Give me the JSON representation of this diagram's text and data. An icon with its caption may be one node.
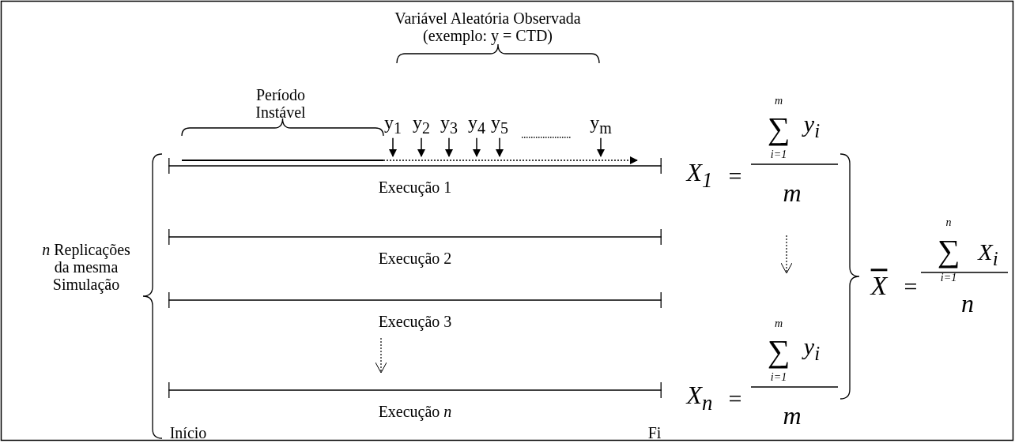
{
  "diagram": {
    "nodes": [
      {
        "text": [
          "y$_{1}$"
        ]
      },
      {
        "text": [
          "y$_{2}$"
        ]
      },
      {
        "text": [
          "y$_{3}$"
        ]
      },
      {
        "text": [
          "y$_{4}$"
        ]
      },
      {
        "text": [
          "y$_{5}$"
        ]
      },
      {
        "text": [
          "y$_{m}$"
        ]
      },
      {
        "text": [
          "Execução 1"
        ]
      },
      {
        "text": [
          "Execução 2"
        ]
      },
      {
        "text": [
          "Execução 3"
        ]
      },
      {
        "text": [
          "Execução *n*"
        ]
      }
    ],
    "edges": [
      {
        "from": 0,
        "to": 6,
        "arrow": "to"
      },
      {
        "from": 1,
        "to": 6,
        "arrow": "to"
      },
      {
        "from": 2,
        "to": 6,
        "arrow": "to"
      },
      {
        "from": 3,
        "to": 6,
        "arrow": "to"
      },
      {
        "from": 4,
        "to": 6,
        "arrow": "to"
      },
      {
        "from": 5,
        "to": 6,
        "arrow": "to"
      }
    ],
    "labels": [
      "Variável Aleatória Observada (exemplo: y = CTD)",
      "Período Instável",
      "X$_{1}$",
      "=",
      "m",
      "∑",
      "i=1",
      "y$_{i}$",
      "m",
      "*n* Replicações da mesma Simulação",
      "X",
      "=",
      "n",
      "∑",
      "i=1",
      "X$_{i}$",
      "n",
      "X$_{n}$",
      "=",
      "m",
      "∑",
      "i=1",
      "y$_{i}$",
      "m",
      "Início",
      "Fi"
    ]
  }
}
